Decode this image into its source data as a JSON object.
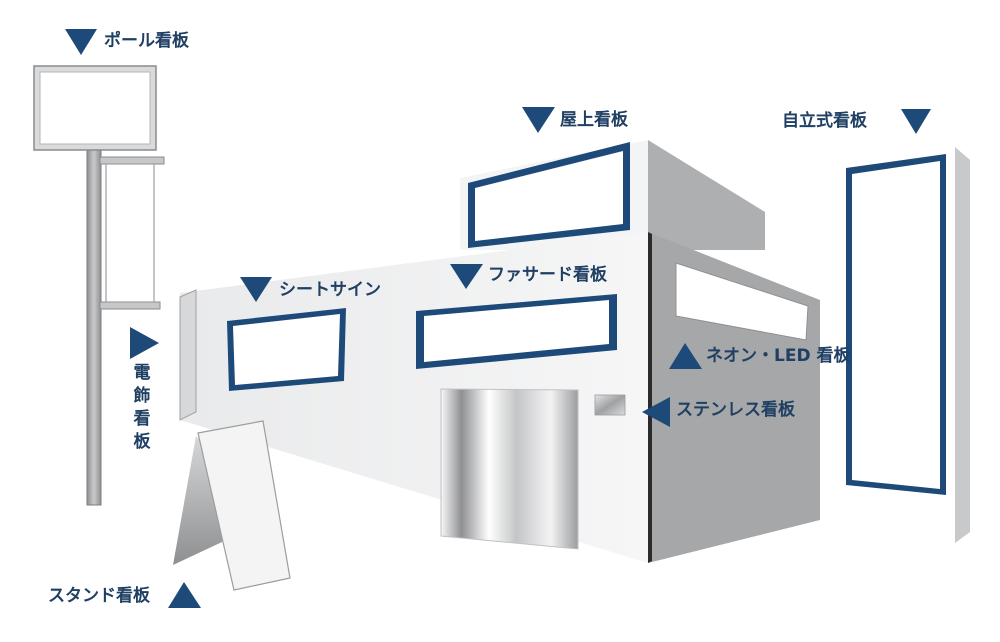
{
  "colors": {
    "accent_navy": "#1d4a78",
    "label_text": "#1f3f63",
    "wall_light": "#f1f2f3",
    "wall_shadow": "#a9aaac",
    "sign_panel": "#ffffff"
  },
  "labels": {
    "pole_sign": "ポール看板",
    "rooftop_sign": "屋上看板",
    "freestanding_sign": "自立式看板",
    "sheet_sign": "シートサイン",
    "facade_sign": "ファサード看板",
    "illuminated_sign": "電飾看板",
    "neon_led_sign": "ネオン・LED 看板",
    "stainless_sign": "ステンレス看板",
    "stand_sign": "スタンド看板"
  },
  "markers": {
    "pole_sign": "triangle-down",
    "rooftop_sign": "triangle-down",
    "freestanding_sign": "triangle-down",
    "sheet_sign": "triangle-down",
    "facade_sign": "triangle-down",
    "illuminated_sign": "triangle-right",
    "neon_led_sign": "triangle-up",
    "stainless_sign": "triangle-left",
    "stand_sign": "triangle-up"
  }
}
